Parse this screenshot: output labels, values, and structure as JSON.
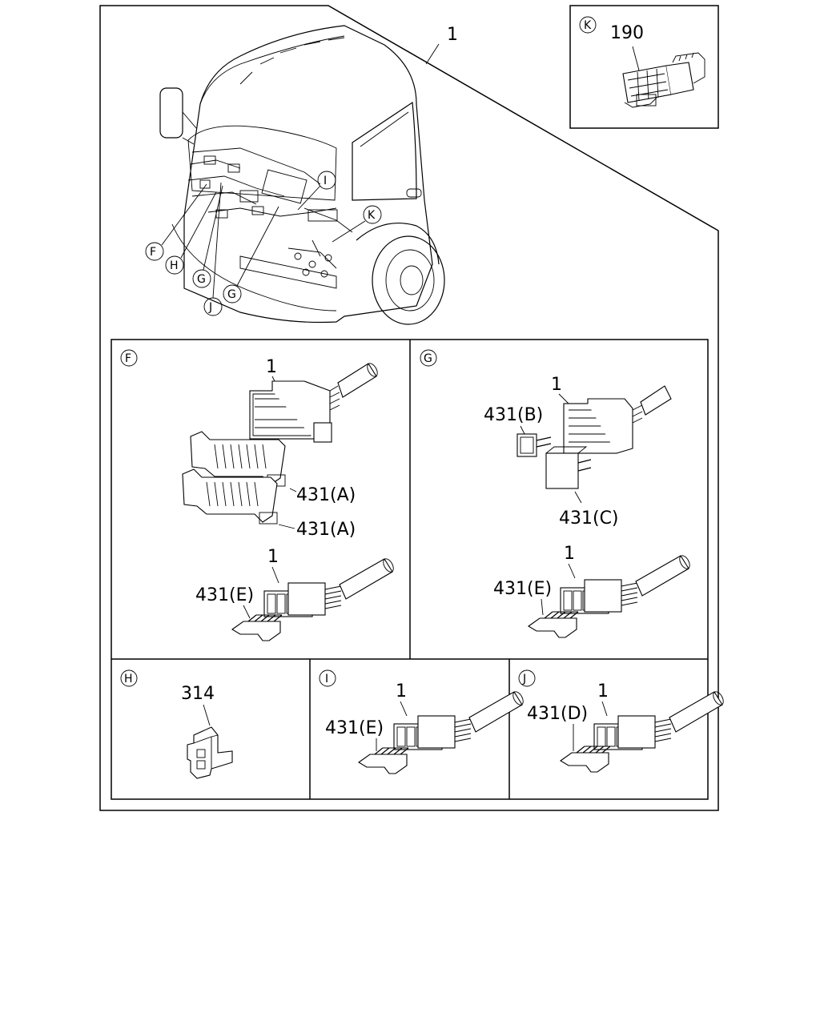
{
  "overview": {
    "main_callout": "1",
    "callouts": {
      "F": "F",
      "H": "H",
      "G1": "G",
      "J": "J",
      "G2": "G",
      "I": "I",
      "K": "K"
    }
  },
  "panel_K": {
    "tag": "K",
    "part": "190"
  },
  "panel_F": {
    "tag": "F",
    "top_connector": "1",
    "retainer_1": "431(A)",
    "retainer_2": "431(A)",
    "bottom_connector": "1",
    "bottom_retainer": "431(E)"
  },
  "panel_G": {
    "tag": "G",
    "top_connector": "1",
    "part_b": "431(B)",
    "part_c": "431(C)",
    "bottom_connector": "1",
    "bottom_retainer": "431(E)"
  },
  "panel_H": {
    "tag": "H",
    "part": "314"
  },
  "panel_I": {
    "tag": "I",
    "connector": "1",
    "retainer": "431(E)"
  },
  "panel_J": {
    "tag": "J",
    "connector": "1",
    "retainer": "431(D)"
  }
}
